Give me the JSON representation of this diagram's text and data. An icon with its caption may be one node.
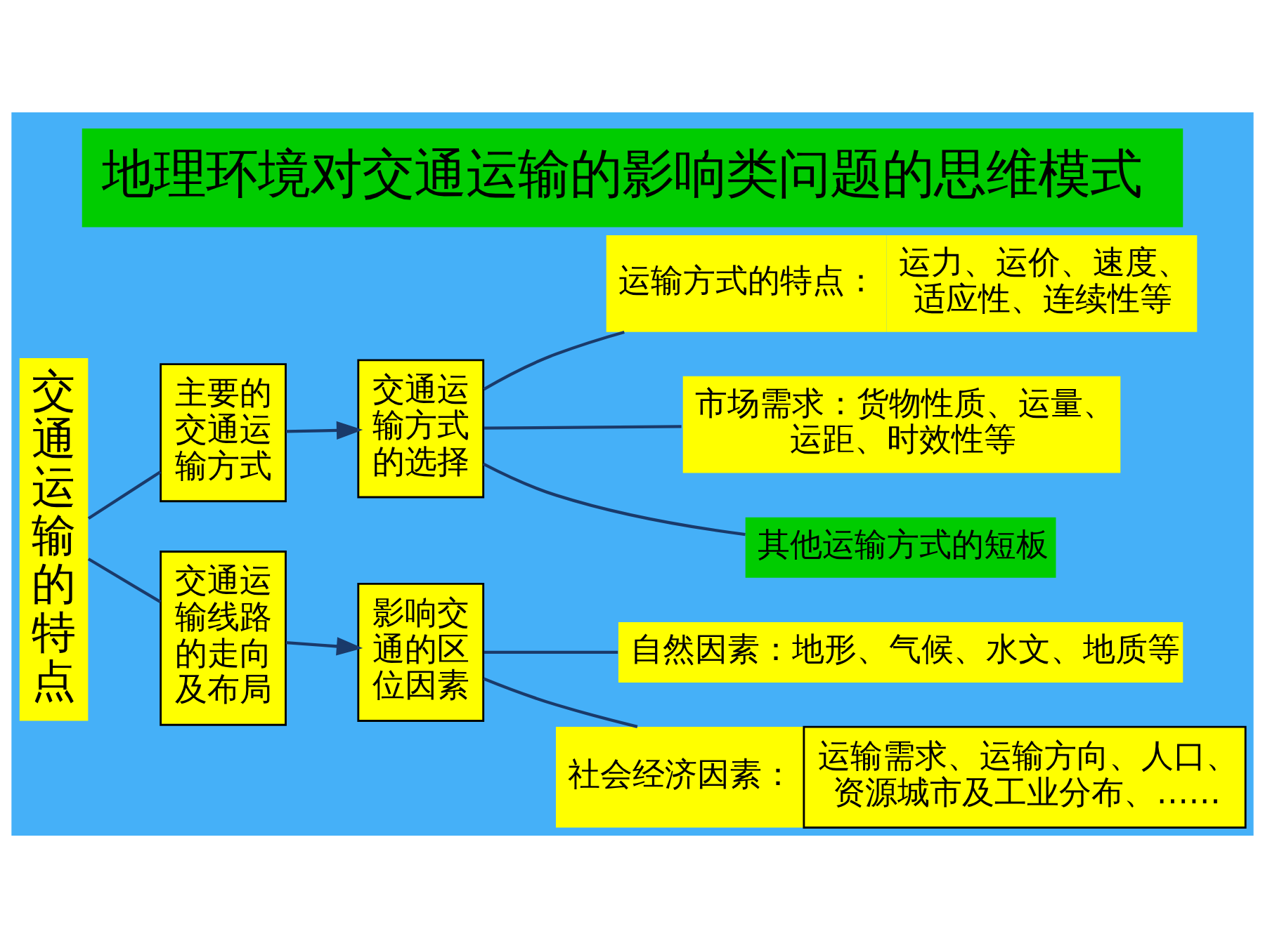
{
  "diagram": {
    "title": "地理环境对交通运输的影响类问题的思维模式",
    "nodes": [
      {
        "text": [
          "交通运输的特点"
        ]
      },
      {
        "text": [
          "主要的交通运输方式"
        ]
      },
      {
        "text": [
          "交通运输方式的选择"
        ]
      },
      {
        "text": [
          "运输方式的特点：",
          "运力、运价、速度、适应性、连续性等"
        ]
      },
      {
        "text": [
          "市场需求：货物性质、运量、运距、时效性等"
        ]
      },
      {
        "text": [
          "其他运输方式的短板"
        ]
      },
      {
        "text": [
          "交通运输线路的走向及布局"
        ]
      },
      {
        "text": [
          "影响交通的区位因素"
        ]
      },
      {
        "text": [
          "自然因素：地形、气候、水文、地质等"
        ]
      },
      {
        "text": [
          "社会经济因素：",
          "运输需求、运输方向、人口、资源城市及工业分布、……"
        ]
      }
    ],
    "edges": [
      {
        "from": 0,
        "to": 1,
        "arrow": "none"
      },
      {
        "from": 0,
        "to": 6,
        "arrow": "none"
      },
      {
        "from": 1,
        "to": 2,
        "arrow": "to"
      },
      {
        "from": 2,
        "to": 3,
        "arrow": "none"
      },
      {
        "from": 2,
        "to": 4,
        "arrow": "none"
      },
      {
        "from": 2,
        "to": 5,
        "arrow": "none"
      },
      {
        "from": 6,
        "to": 7,
        "arrow": "to"
      },
      {
        "from": 7,
        "to": 8,
        "arrow": "none"
      },
      {
        "from": 7,
        "to": 9,
        "arrow": "none"
      }
    ]
  }
}
